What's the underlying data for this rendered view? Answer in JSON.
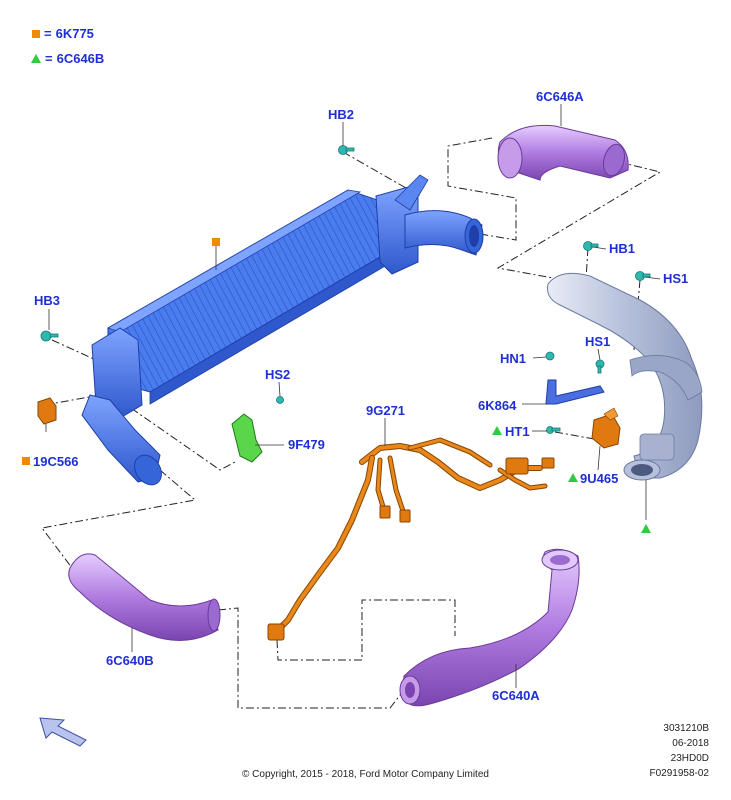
{
  "legend": [
    {
      "marker": "square",
      "color": "#f08a00",
      "sep": "=",
      "part": "6K775"
    },
    {
      "marker": "triangle",
      "color": "#2ecc40",
      "sep": "=",
      "part": "6C646B"
    }
  ],
  "labels": {
    "hb2": "HB2",
    "p6c646a": "6C646A",
    "hb1": "HB1",
    "hs1a": "HS1",
    "hb3": "HB3",
    "hn1": "HN1",
    "hs1b": "HS1",
    "hs2": "HS2",
    "p6k864": "6K864",
    "p9g271": "9G271",
    "p9f479": "9F479",
    "ht1": "HT1",
    "p19c566": "19C566",
    "p9u465": "9U465",
    "p6c640b": "6C640B",
    "p6c640a": "6C640A"
  },
  "footer": {
    "code1": "3031210B",
    "date": "06-2018",
    "code2": "23HD0D",
    "code3": "F0291958-02",
    "copyright": "© Copyright, 2015 - 2018, Ford Motor Company Limited"
  },
  "colors": {
    "label_blue": "#1f2fd6",
    "intercooler_blue": "#3d6fe0",
    "duct_purple": "#b07ce0",
    "harness_orange": "#e07a10",
    "clip_green": "#59d64a",
    "fastener_teal": "#2fb8b0",
    "bracket_blue": "#4a6ee0",
    "pipe_silver": "#b9c3dc"
  },
  "icons": {
    "nav_arrow": "arrow-up-left-icon"
  }
}
